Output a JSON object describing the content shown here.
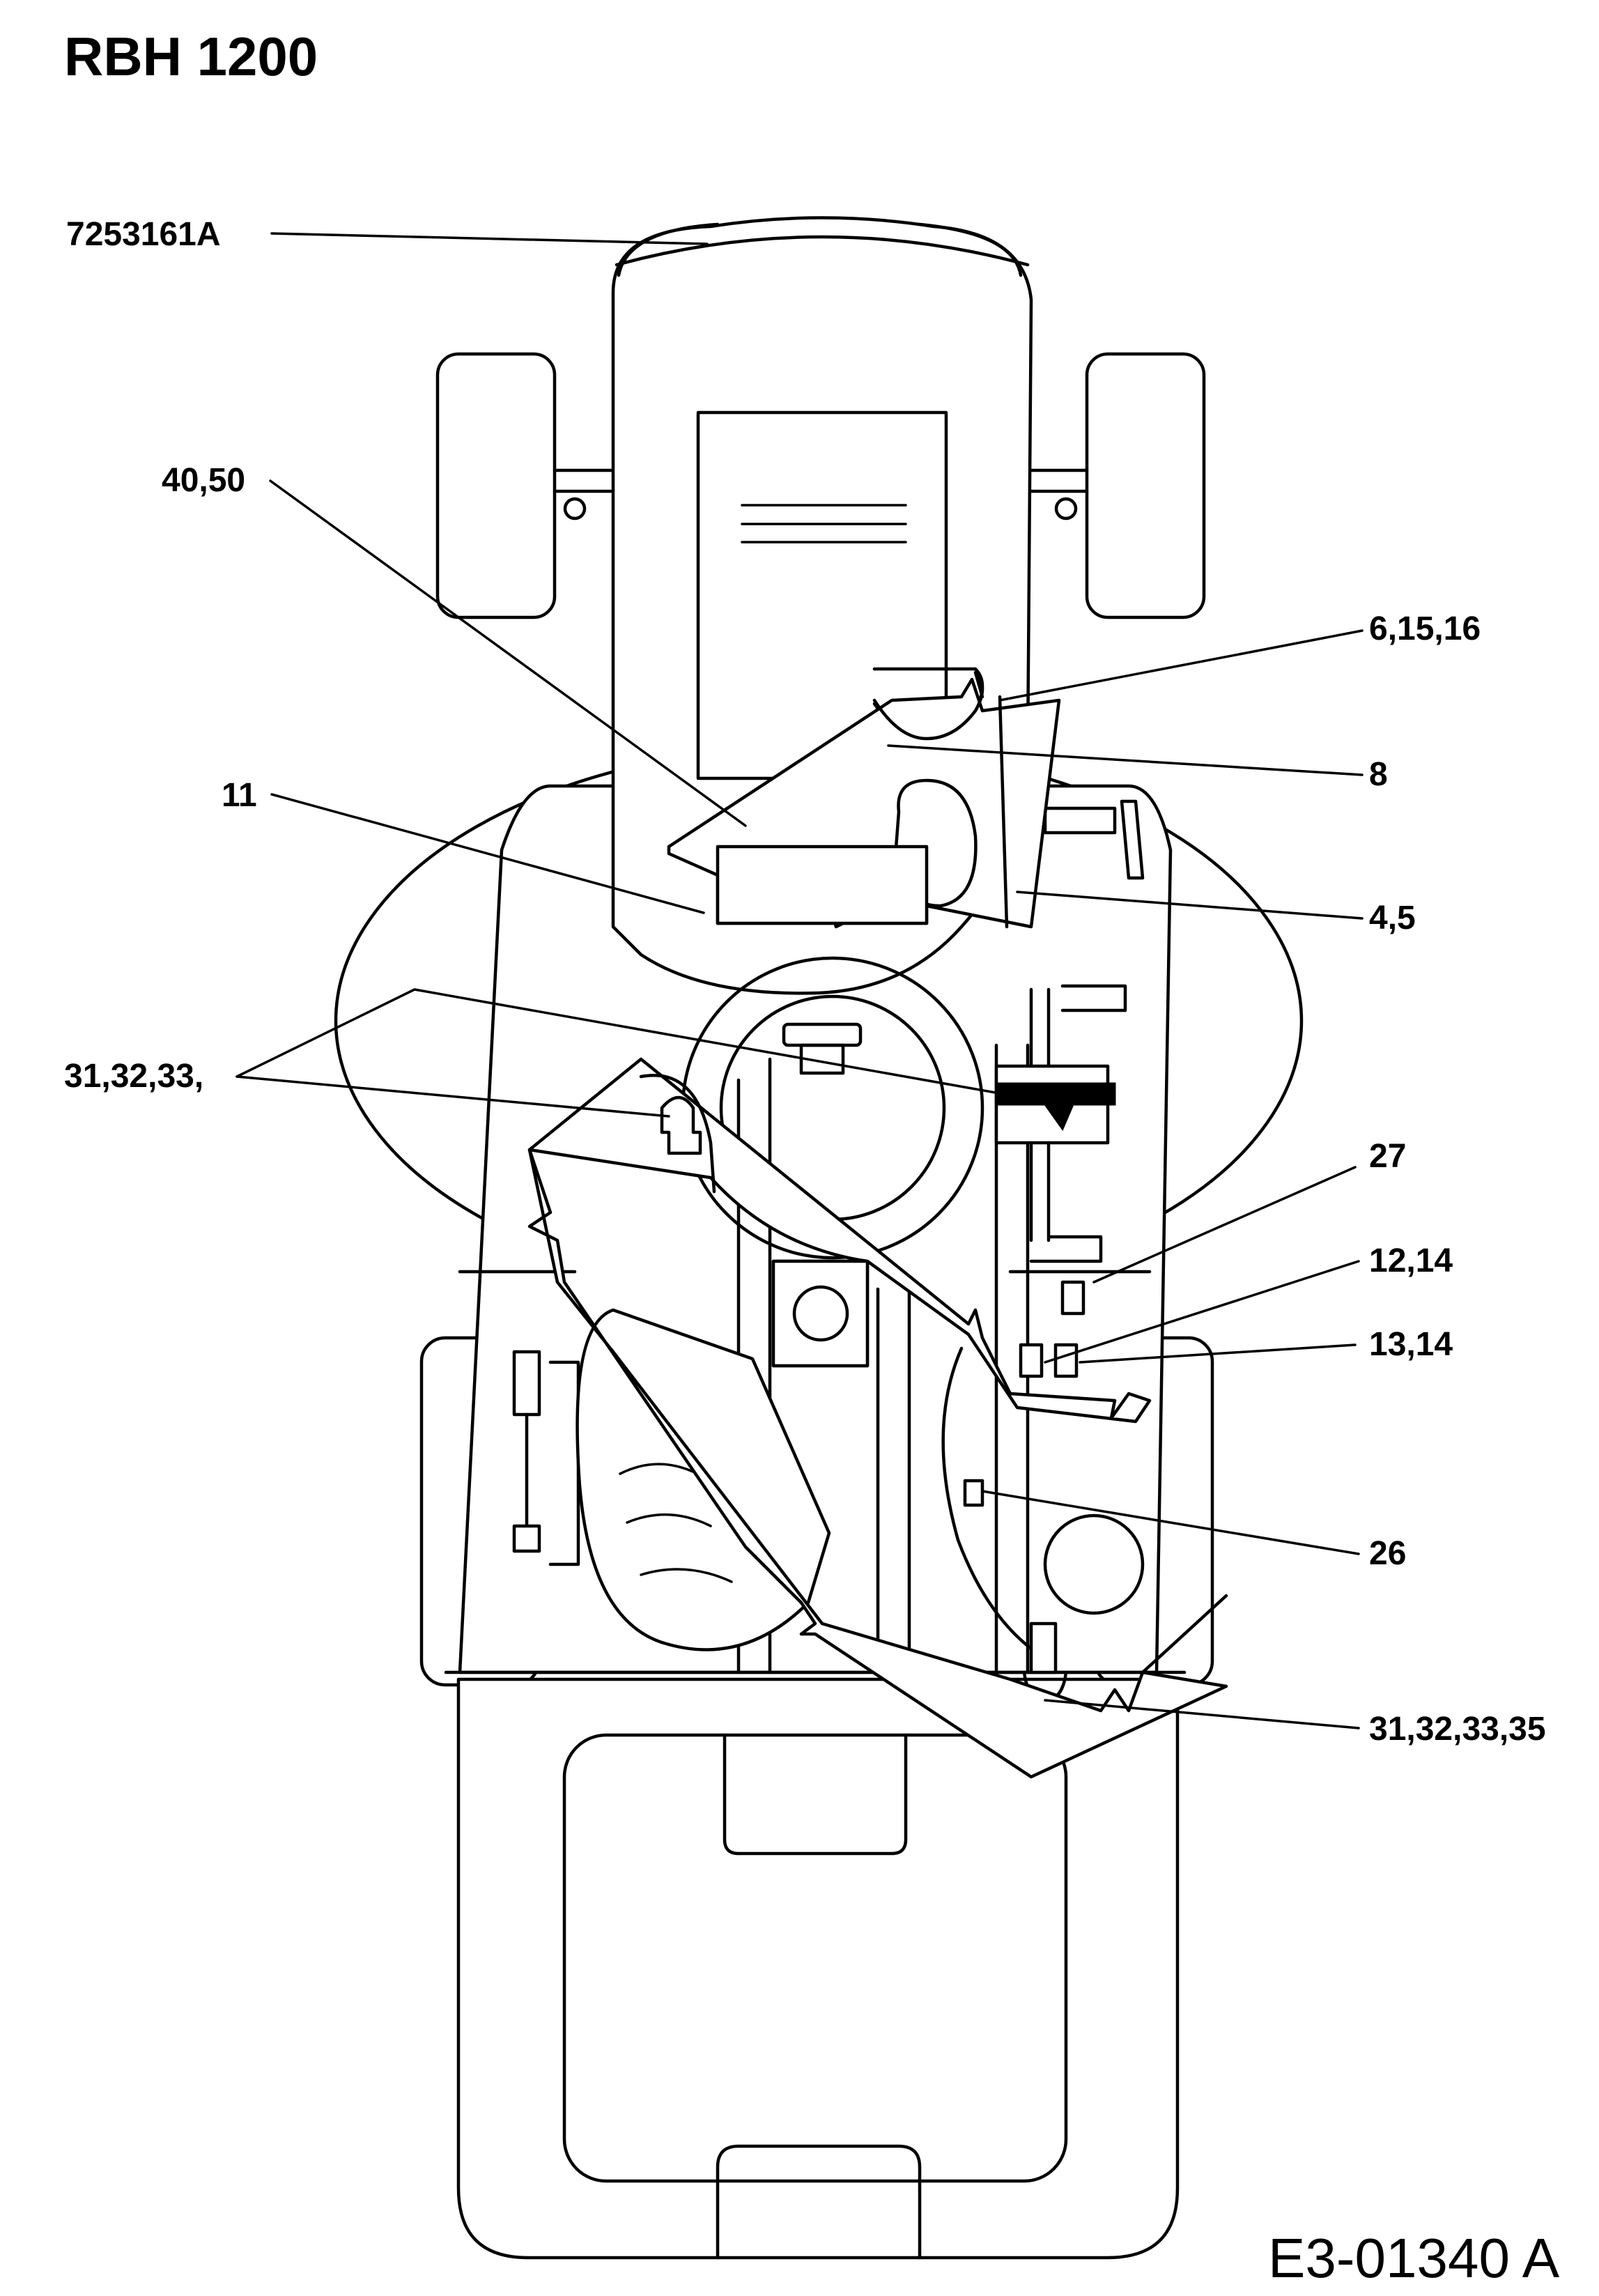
{
  "title": "RBH 1200",
  "drawing_code": "E3-01340 A",
  "callouts": [
    {
      "id": "c-7253161a",
      "text": "7253161A"
    },
    {
      "id": "c-40-50",
      "text": "40,50"
    },
    {
      "id": "c-6-15-16",
      "text": "6,15,16"
    },
    {
      "id": "c-8",
      "text": "8"
    },
    {
      "id": "c-11",
      "text": "11"
    },
    {
      "id": "c-4-5",
      "text": "4,5"
    },
    {
      "id": "c-31-32-33",
      "text": "31,32,33,"
    },
    {
      "id": "c-27",
      "text": "27"
    },
    {
      "id": "c-12-14",
      "text": "12,14"
    },
    {
      "id": "c-13-14",
      "text": "13,14"
    },
    {
      "id": "c-26",
      "text": "26"
    },
    {
      "id": "c-31-32-33-35",
      "text": "31,32,33,35"
    }
  ]
}
